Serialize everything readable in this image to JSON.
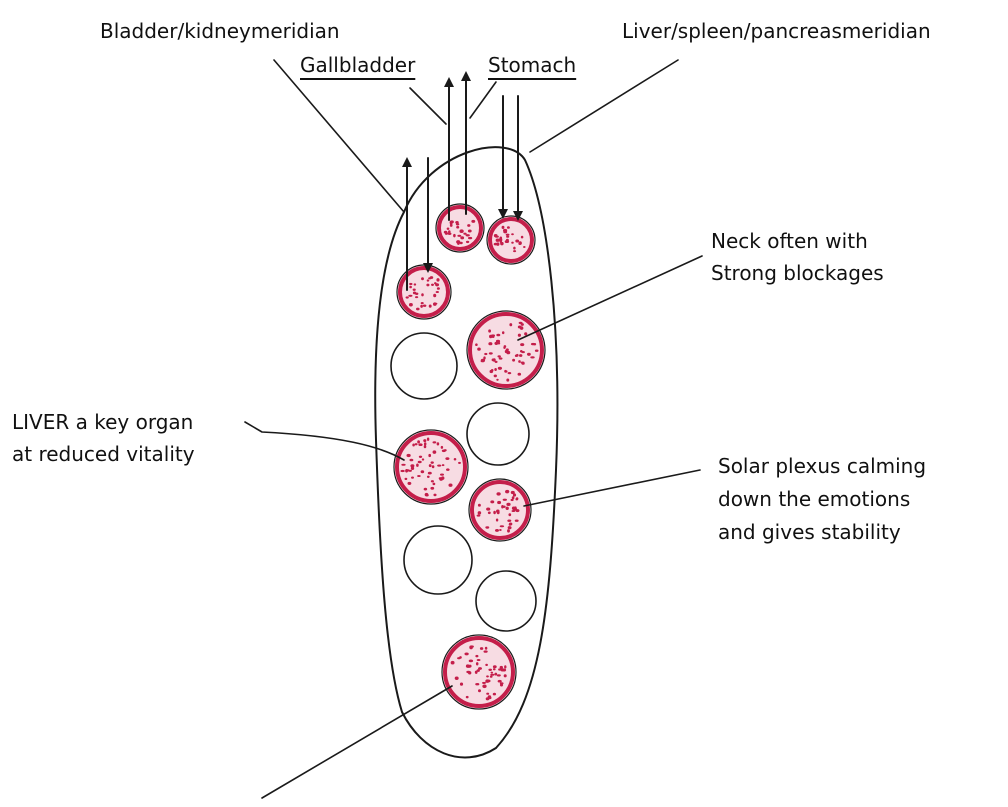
{
  "labels": {
    "bladder_kidney": "Bladder/kidneymeridian",
    "liver_spleen": "Liver/spleen/pancreasmeridian",
    "gallbladder": "Gallbladder",
    "stomach": "Stomach",
    "neck_line1": "Neck often with",
    "neck_line2": "Strong blockages",
    "liver_line1": "LIVER a key organ",
    "liver_line2": "at reduced vitality",
    "solar_line1": "Solar plexus calming",
    "solar_line2": "down the emotions",
    "solar_line3": "and gives stability"
  },
  "colors": {
    "ink": "#1a1a1a",
    "highlight_ring": "#c41e4a",
    "dot": "#c41e4a",
    "highlight_fill": "#f7dce3"
  }
}
